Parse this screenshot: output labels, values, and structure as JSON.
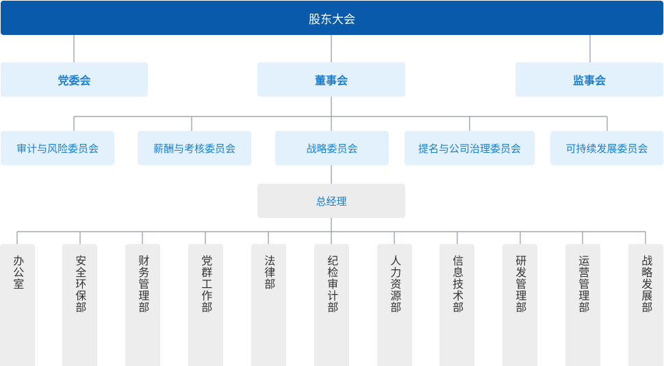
{
  "top": {
    "label": "股东大会"
  },
  "level2": [
    {
      "label": "党委会"
    },
    {
      "label": "董事会"
    },
    {
      "label": "监事会"
    }
  ],
  "committees": [
    {
      "label": "审计与风险委员会"
    },
    {
      "label": "薪酬与考核委员会"
    },
    {
      "label": "战略委员会"
    },
    {
      "label": "提名与公司治理委员会"
    },
    {
      "label": "可持续发展委员会"
    }
  ],
  "gm": {
    "label": "总经理"
  },
  "departments": [
    {
      "label": "办公室"
    },
    {
      "label": "安全环保部"
    },
    {
      "label": "财务管理部"
    },
    {
      "label": "党群工作部"
    },
    {
      "label": "法律部"
    },
    {
      "label": "纪检审计部"
    },
    {
      "label": "人力资源部"
    },
    {
      "label": "信息技术部"
    },
    {
      "label": "研发管理部"
    },
    {
      "label": "运营管理部"
    },
    {
      "label": "战略发展部"
    }
  ],
  "colors": {
    "top": "#0a5aab",
    "accent_text": "#1a7fd0",
    "light_box": "#e2f1fb",
    "gray_box": "#ececec",
    "line": "#8a97a6"
  }
}
